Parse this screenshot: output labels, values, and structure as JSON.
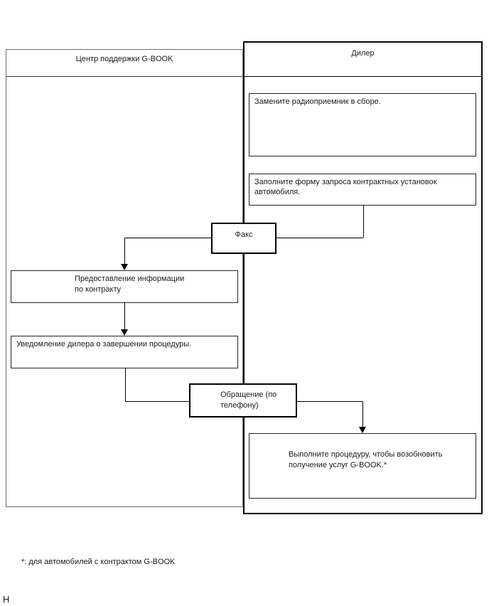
{
  "columns": {
    "support_center": {
      "header": "Центр поддержки G-BOOK"
    },
    "dealer": {
      "header": "Дилер"
    }
  },
  "nodes": {
    "replace_radio": {
      "line1": "Замените радиоприемник в сборе."
    },
    "fill_request_form": {
      "line1": "Заполните форму запроса контрактных установок",
      "line2": "автомобиля."
    },
    "fax": {
      "label": "Факс"
    },
    "provide_contract_info": {
      "line1": "Предоставление информации",
      "line2": "по контракту"
    },
    "notify_dealer": {
      "line1": "Уведомление дилера о завершении процедуры."
    },
    "phone_call": {
      "line1": "Обращение (по",
      "line2": "телефону)"
    },
    "resume_services": {
      "line1": "Выполните процедуру, чтобы возобновить",
      "line2": "получение услуг G-BOOK.*"
    }
  },
  "footnote": "*: для автомобилей с контрактом G-BOOK",
  "page_marker": "Н",
  "colors": {
    "line": "#000000",
    "lane_left_border": "#6e6e6e",
    "box_border": "#222222",
    "text": "#1a1a1a",
    "background": "#ffffff"
  }
}
